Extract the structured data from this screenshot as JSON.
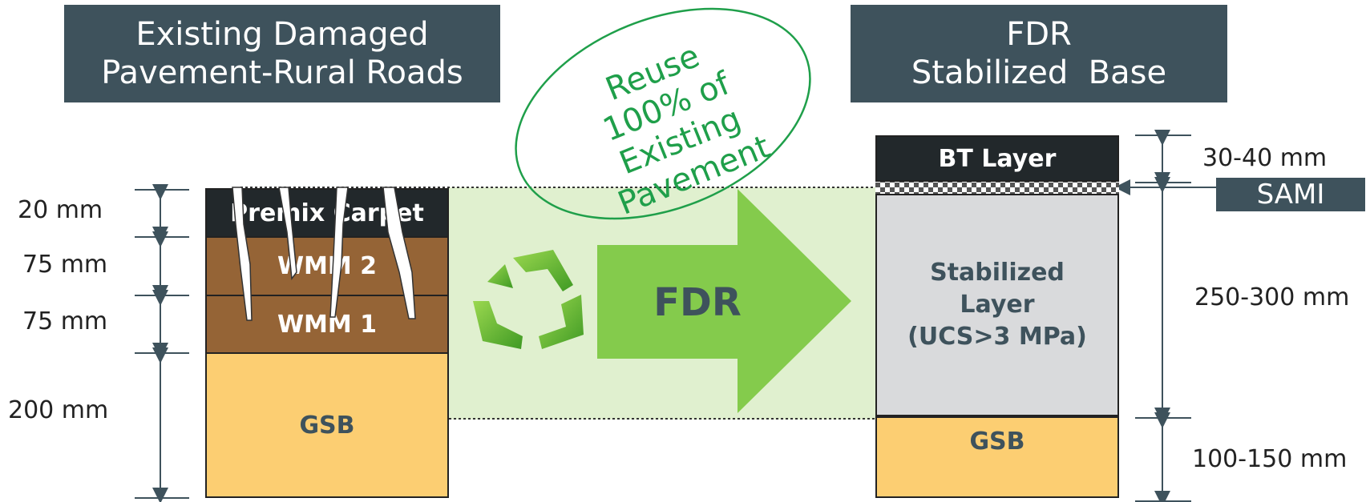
{
  "left_title": {
    "line1": "Existing Damaged",
    "line2": "Pavement-Rural Roads"
  },
  "right_title": {
    "line1": "FDR",
    "line2": "Stabilized  Base"
  },
  "callout": {
    "line1": "Reuse",
    "line2": "100% of",
    "line3": "Existing",
    "line4": "Pavement"
  },
  "arrow_label": "FDR",
  "existing_layers": {
    "premix": "Premix Carpet",
    "wmm2": "WMM 2",
    "wmm1": "WMM 1",
    "gsb": "GSB"
  },
  "existing_dims": {
    "premix": "20 mm",
    "wmm2": "75 mm",
    "wmm1": "75 mm",
    "gsb": "200 mm"
  },
  "new_layers": {
    "bt": "BT Layer",
    "stab_line1": "Stabilized",
    "stab_line2": "Layer",
    "stab_line3": "(UCS>3 MPa)",
    "gsb": "GSB"
  },
  "new_dims": {
    "bt": "30-40 mm",
    "stab": "250-300 mm",
    "gsb": "100-150 mm"
  },
  "sami_label": "SAMI",
  "colors": {
    "title_bg": "#3e525c",
    "premix": "#22282b",
    "wmm": "#956436",
    "gsb": "#fcce72",
    "stabilized": "#d9dadc",
    "arrow": "#84cb4c",
    "band": "#e0f0cf",
    "callout_text": "#1f9f4a"
  }
}
